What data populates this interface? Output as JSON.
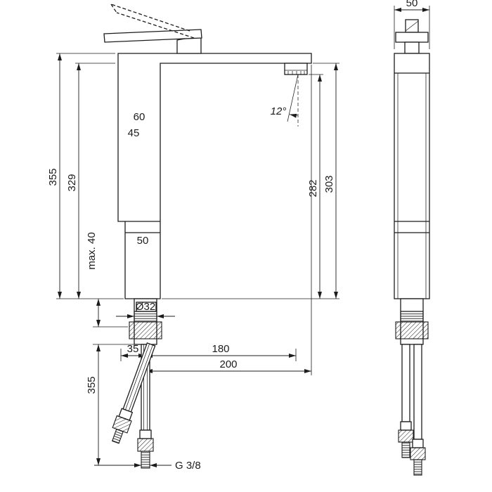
{
  "colors": {
    "line": "#1c1c1c",
    "background": "#ffffff"
  },
  "side_view": {
    "dims": {
      "total_height": "355",
      "spout_underside_height": "329",
      "top_depth": "60",
      "inner_depth": "45",
      "spray_angle": "12°",
      "outlet_height": "282",
      "spout_top_height": "303",
      "max_mounting_thickness": "max. 40",
      "body_depth": "50",
      "hole_diameter": "Ø32",
      "axis_offset": "35",
      "outlet_reach": "180",
      "total_reach": "200",
      "hose_length": "355",
      "connection_thread": "G 3/8"
    }
  },
  "front_view": {
    "dims": {
      "body_width": "50"
    }
  }
}
